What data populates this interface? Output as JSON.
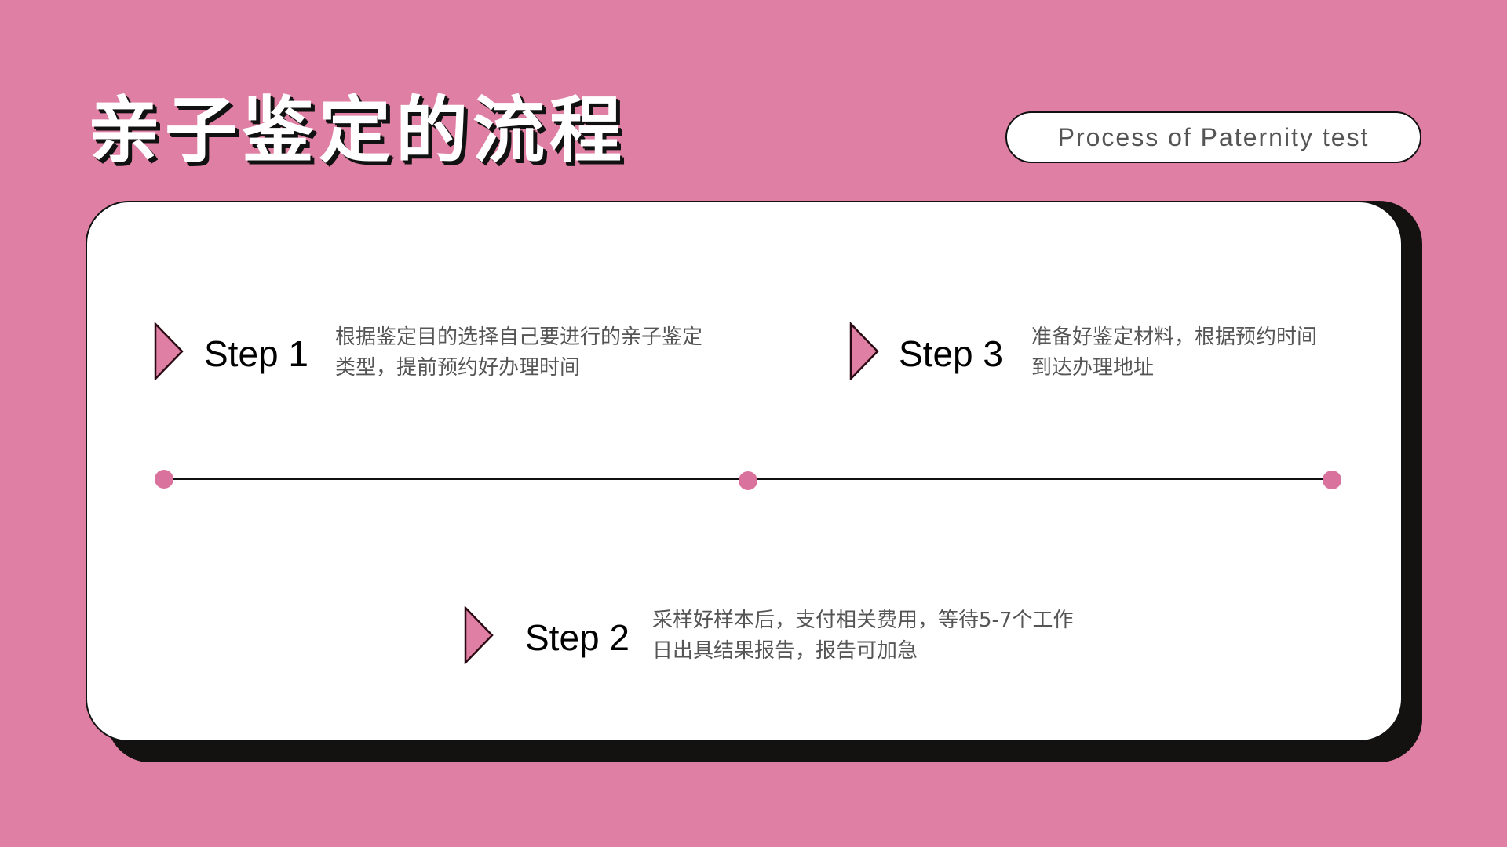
{
  "title": "亲子鉴定的流程",
  "subtitle": "Process of Paternity test",
  "colors": {
    "background": "#df7fa3",
    "accent": "#d9739d",
    "card": "#ffffff",
    "shadow": "#141111"
  },
  "steps": [
    {
      "label": "Step 1",
      "lines": [
        "根据鉴定目的选择自己要进行的亲子鉴定",
        "类型，提前预约好办理时间"
      ]
    },
    {
      "label": "Step 2",
      "lines": [
        "采样好样本后，支付相关费用，等待5-7个工作",
        "日出具结果报告，报告可加急"
      ]
    },
    {
      "label": "Step 3",
      "lines": [
        "准备好鉴定材料，根据预约时间",
        "到达办理地址"
      ]
    }
  ]
}
